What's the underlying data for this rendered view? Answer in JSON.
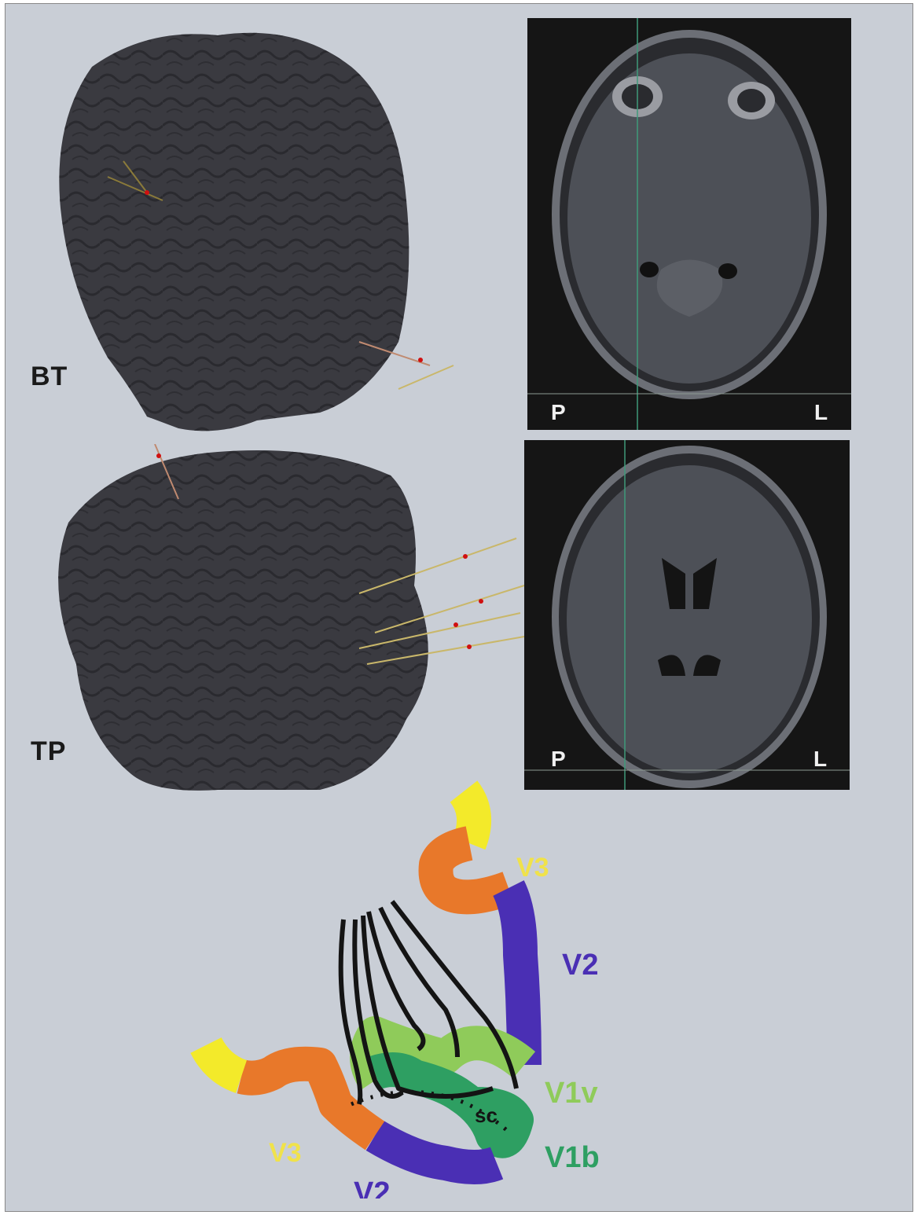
{
  "panels": {
    "top_brain_label": "BT",
    "bottom_brain_label": "TP"
  },
  "mri_top": {
    "left_marker": "P",
    "right_marker": "L"
  },
  "mri_bottom": {
    "left_marker": "P",
    "right_marker": "L"
  },
  "diagram": {
    "labels": {
      "v3_upper": "V3",
      "v2_upper": "V2",
      "v1v": "V1v",
      "sc": "sc",
      "v1b": "V1b",
      "v3_lower": "V3",
      "v2_lower": "V2"
    },
    "colors": {
      "yellow": "#f3ea2a",
      "orange": "#e8782a",
      "purple": "#4a2fb4",
      "light_green": "#8fcb5a",
      "dark_green": "#2e9f62",
      "brain": "#3a3a40",
      "mri_bg": "#151515"
    }
  }
}
